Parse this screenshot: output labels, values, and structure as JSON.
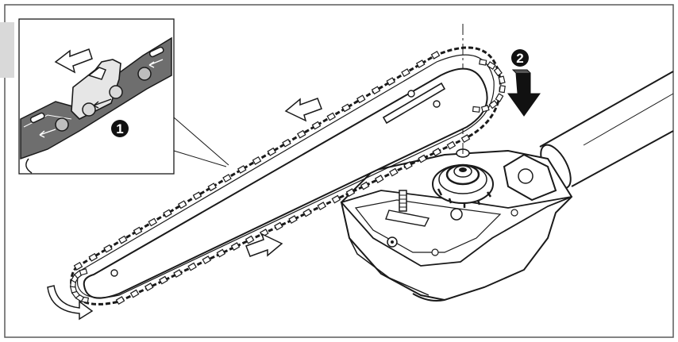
{
  "figure": {
    "callouts": [
      {
        "number": "1",
        "label": "❶"
      },
      {
        "number": "2",
        "label": "❷"
      }
    ],
    "colors": {
      "line": "#1a1a1a",
      "frame": "#5a5a5a",
      "tab": "#d9d9d9",
      "arrow_fill": "#ffffff",
      "callout_fill": "#111111"
    },
    "icons": [
      "chain-direction-arrow-icon",
      "push-down-arrow-icon",
      "rotation-arrow-icon"
    ]
  }
}
